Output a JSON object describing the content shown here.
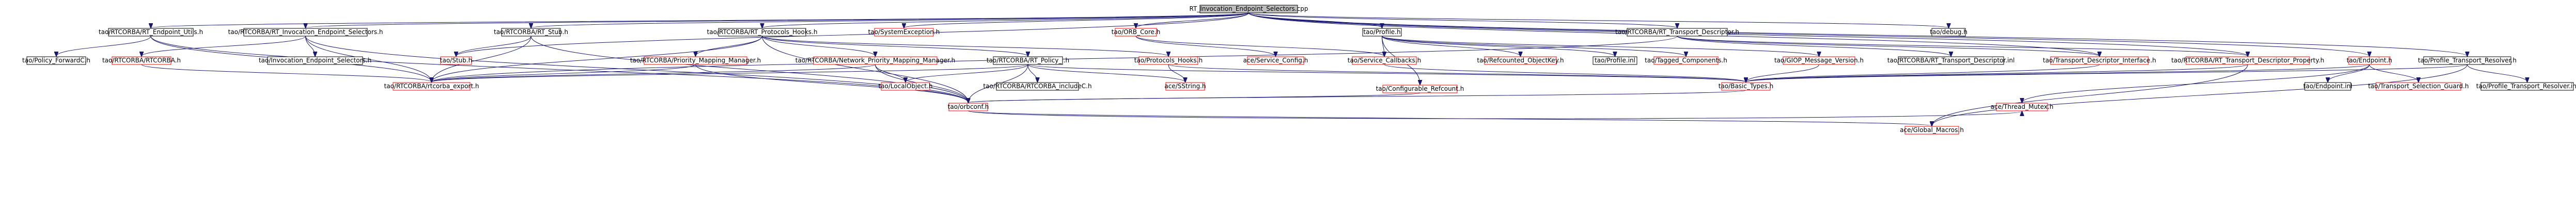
{
  "diagram": {
    "nodes": [
      {
        "id": "root",
        "label": "RT_Invocation_Endpoint_Selectors.cpp",
        "style": "root"
      },
      {
        "id": "n_rt_endpoint_utils",
        "label": "tao/RTCORBA/RT_Endpoint_Utils.h",
        "style": "normal"
      },
      {
        "id": "n_rt_inv_ep_sel_h",
        "label": "tao/RTCORBA/RT_Invocation_Endpoint_Selectors.h",
        "style": "normal"
      },
      {
        "id": "n_rt_stub",
        "label": "tao/RTCORBA/RT_Stub.h",
        "style": "normal"
      },
      {
        "id": "n_rt_protocols_hooks",
        "label": "tao/RTCORBA/RT_Protocols_Hooks.h",
        "style": "normal"
      },
      {
        "id": "n_system_exception",
        "label": "tao/SystemException.h",
        "style": "missing"
      },
      {
        "id": "n_orb_core",
        "label": "tao/ORB_Core.h",
        "style": "missing"
      },
      {
        "id": "n_profile",
        "label": "tao/Profile.h",
        "style": "normal"
      },
      {
        "id": "n_rt_transport_descriptor",
        "label": "tao/RTCORBA/RT_Transport_Descriptor.h",
        "style": "normal"
      },
      {
        "id": "n_debug",
        "label": "tao/debug.h",
        "style": "normal"
      },
      {
        "id": "n_policy_forward",
        "label": "tao/Policy_ForwardC.h",
        "style": "normal"
      },
      {
        "id": "n_rtcorba",
        "label": "tao/RTCORBA/RTCORBA.h",
        "style": "missing"
      },
      {
        "id": "n_inv_ep_sel",
        "label": "tao/Invocation_Endpoint_Selectors.h",
        "style": "normal"
      },
      {
        "id": "n_stub",
        "label": "tao/Stub.h",
        "style": "missing"
      },
      {
        "id": "n_priority_mapping_manager",
        "label": "tao/RTCORBA/Priority_Mapping_Manager.h",
        "style": "missing"
      },
      {
        "id": "n_network_priority_mapping_manager",
        "label": "tao/RTCORBA/Network_Priority_Mapping_Manager.h",
        "style": "missing"
      },
      {
        "id": "n_rt_policy_i",
        "label": "tao/RTCORBA/RT_Policy_i.h",
        "style": "normal"
      },
      {
        "id": "n_protocols_hooks",
        "label": "tao/Protocols_Hooks.h",
        "style": "missing"
      },
      {
        "id": "n_service_config",
        "label": "ace/Service_Config.h",
        "style": "missing"
      },
      {
        "id": "n_service_callbacks",
        "label": "tao/Service_Callbacks.h",
        "style": "missing"
      },
      {
        "id": "n_refcounted_objectkey",
        "label": "tao/Refcounted_ObjectKey.h",
        "style": "missing"
      },
      {
        "id": "n_profile_inl",
        "label": "tao/Profile.inl",
        "style": "normal"
      },
      {
        "id": "n_tagged_components",
        "label": "tao/Tagged_Components.h",
        "style": "missing"
      },
      {
        "id": "n_giop_message_version",
        "label": "tao/GIOP_Message_Version.h",
        "style": "missing"
      },
      {
        "id": "n_rt_transport_descriptor_inl",
        "label": "tao/RTCORBA/RT_Transport_Descriptor.inl",
        "style": "normal"
      },
      {
        "id": "n_transport_descriptor_interface",
        "label": "tao/Transport_Descriptor_Interface.h",
        "style": "missing"
      },
      {
        "id": "n_rt_transport_descriptor_property",
        "label": "tao/RTCORBA/RT_Transport_Descriptor_Property.h",
        "style": "missing"
      },
      {
        "id": "n_endpoint",
        "label": "tao/Endpoint.h",
        "style": "missing"
      },
      {
        "id": "n_profile_transport_resolver",
        "label": "tao/Profile_Transport_Resolver.h",
        "style": "normal"
      },
      {
        "id": "n_rtcorba_export",
        "label": "tao/RTCORBA/rtcorba_export.h",
        "style": "missing"
      },
      {
        "id": "n_localobject",
        "label": "tao/LocalObject.h",
        "style": "missing"
      },
      {
        "id": "n_ace_sstring",
        "label": "ace/SString.h",
        "style": "missing"
      },
      {
        "id": "n_rtcorba_includec",
        "label": "tao/RTCORBA/RTCORBA_includeC.h",
        "style": "normal"
      },
      {
        "id": "n_configurable_refcount",
        "label": "tao/Configurable_Refcount.h",
        "style": "missing"
      },
      {
        "id": "n_basic_types",
        "label": "tao/Basic_Types.h",
        "style": "missing"
      },
      {
        "id": "n_endpoint_inl",
        "label": "tao/Endpoint.inl",
        "style": "normal"
      },
      {
        "id": "n_transport_selection_guard",
        "label": "tao/Transport_Selection_Guard.h",
        "style": "missing"
      },
      {
        "id": "n_profile_transport_resolver_inl",
        "label": "tao/Profile_Transport_Resolver.inl",
        "style": "normal"
      },
      {
        "id": "n_orbconf",
        "label": "tao/orbconf.h",
        "style": "missing"
      },
      {
        "id": "n_thread_mutex",
        "label": "ace/Thread_Mutex.h",
        "style": "missing"
      },
      {
        "id": "n_global_macros",
        "label": "ace/Global_Macros.h",
        "style": "missing"
      }
    ],
    "edges": [
      [
        "root",
        "n_rt_endpoint_utils"
      ],
      [
        "root",
        "n_rt_inv_ep_sel_h"
      ],
      [
        "root",
        "n_rt_stub"
      ],
      [
        "root",
        "n_rt_protocols_hooks"
      ],
      [
        "root",
        "n_system_exception"
      ],
      [
        "root",
        "n_orb_core"
      ],
      [
        "root",
        "n_profile"
      ],
      [
        "root",
        "n_rt_transport_descriptor"
      ],
      [
        "root",
        "n_debug"
      ],
      [
        "root",
        "n_endpoint"
      ],
      [
        "root",
        "n_stub"
      ],
      [
        "root",
        "n_rt_transport_descriptor_property"
      ],
      [
        "root",
        "n_transport_descriptor_interface"
      ],
      [
        "n_rt_endpoint_utils",
        "n_policy_forward"
      ],
      [
        "n_rt_endpoint_utils",
        "n_rtcorba_export"
      ],
      [
        "n_rt_endpoint_utils",
        "n_orbconf"
      ],
      [
        "n_rt_inv_ep_sel_h",
        "n_rtcorba"
      ],
      [
        "n_rt_inv_ep_sel_h",
        "n_inv_ep_sel"
      ],
      [
        "n_rt_inv_ep_sel_h",
        "n_rtcorba_export"
      ],
      [
        "n_rt_inv_ep_sel_h",
        "n_orbconf"
      ],
      [
        "n_rt_stub",
        "n_stub"
      ],
      [
        "n_rt_stub",
        "n_rtcorba_export"
      ],
      [
        "n_rt_stub",
        "n_orbconf"
      ],
      [
        "n_rtcorba",
        "n_rtcorba_export"
      ],
      [
        "n_rt_protocols_hooks",
        "n_priority_mapping_manager"
      ],
      [
        "n_rt_protocols_hooks",
        "n_network_priority_mapping_manager"
      ],
      [
        "n_rt_protocols_hooks",
        "n_rt_policy_i"
      ],
      [
        "n_rt_protocols_hooks",
        "n_protocols_hooks"
      ],
      [
        "n_rt_protocols_hooks",
        "n_rtcorba_export"
      ],
      [
        "n_rt_protocols_hooks",
        "n_orbconf"
      ],
      [
        "n_priority_mapping_manager",
        "n_rtcorba_export"
      ],
      [
        "n_priority_mapping_manager",
        "n_orbconf"
      ],
      [
        "n_network_priority_mapping_manager",
        "n_localobject"
      ],
      [
        "n_network_priority_mapping_manager",
        "n_rtcorba_export"
      ],
      [
        "n_network_priority_mapping_manager",
        "n_orbconf"
      ],
      [
        "n_rt_policy_i",
        "n_rtcorba_export"
      ],
      [
        "n_rt_policy_i",
        "n_localobject"
      ],
      [
        "n_rt_policy_i",
        "n_rtcorba_includec"
      ],
      [
        "n_rt_policy_i",
        "n_ace_sstring"
      ],
      [
        "n_rt_policy_i",
        "n_basic_types"
      ],
      [
        "n_rt_policy_i",
        "n_orbconf"
      ],
      [
        "n_protocols_hooks",
        "n_ace_sstring"
      ],
      [
        "n_protocols_hooks",
        "n_basic_types"
      ],
      [
        "n_orb_core",
        "n_service_config"
      ],
      [
        "n_orb_core",
        "n_service_callbacks"
      ],
      [
        "n_profile",
        "n_service_callbacks"
      ],
      [
        "n_profile",
        "n_refcounted_objectkey"
      ],
      [
        "n_profile",
        "n_profile_inl"
      ],
      [
        "n_profile",
        "n_tagged_components"
      ],
      [
        "n_profile",
        "n_giop_message_version"
      ],
      [
        "n_profile",
        "n_configurable_refcount"
      ],
      [
        "n_rt_transport_descriptor",
        "n_rt_transport_descriptor_inl"
      ],
      [
        "n_rt_transport_descriptor",
        "n_transport_descriptor_interface"
      ],
      [
        "n_rt_transport_descriptor",
        "n_rt_transport_descriptor_property"
      ],
      [
        "n_rt_transport_descriptor",
        "n_rtcorba_export"
      ],
      [
        "n_rt_transport_descriptor_property",
        "n_basic_types"
      ],
      [
        "n_rt_transport_descriptor_property",
        "n_global_macros"
      ],
      [
        "n_service_callbacks",
        "n_basic_types"
      ],
      [
        "n_giop_message_version",
        "n_basic_types"
      ],
      [
        "n_transport_descriptor_interface",
        "n_basic_types"
      ],
      [
        "n_endpoint",
        "n_endpoint_inl"
      ],
      [
        "n_endpoint",
        "n_transport_selection_guard"
      ],
      [
        "n_endpoint",
        "n_basic_types"
      ],
      [
        "n_endpoint",
        "n_thread_mutex"
      ],
      [
        "n_profile_transport_resolver",
        "n_profile_transport_resolver_inl"
      ],
      [
        "n_profile_transport_resolver",
        "n_basic_types"
      ],
      [
        "n_profile_transport_resolver",
        "n_global_macros"
      ],
      [
        "root",
        "n_profile_transport_resolver"
      ],
      [
        "n_basic_types",
        "n_orbconf"
      ],
      [
        "n_orbconf",
        "n_thread_mutex"
      ],
      [
        "n_orbconf",
        "n_global_macros"
      ],
      [
        "n_configurable_refcount",
        "n_orbconf"
      ]
    ]
  }
}
